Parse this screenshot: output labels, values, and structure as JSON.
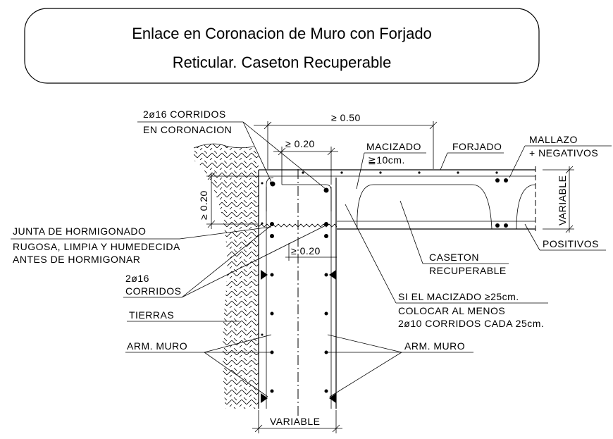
{
  "title": {
    "line1": "Enlace en Coronacion de Muro con Forjado",
    "line2": "Reticular. Caseton Recuperable"
  },
  "dimensions": {
    "top_width": "≥ 0.50",
    "top_020": "≥ 0.20",
    "left_020": "≥ 0.20",
    "lower_020": "≥ 0.20",
    "right_variable": "VARIABLE",
    "bottom_variable": "VARIABLE"
  },
  "labels": {
    "corridos_top_1": "2ø16 CORRIDOS",
    "corridos_top_2": "EN CORONACION",
    "macizado_1": "MACIZADO",
    "macizado_2": "≧10cm.",
    "forjado": "FORJADO",
    "mallazo_1": "MALLAZO",
    "mallazo_2": "+ NEGATIVOS",
    "positivos": "POSITIVOS",
    "junta_1": "JUNTA DE HORMIGONADO",
    "junta_2": "RUGOSA, LIMPIA Y HUMEDECIDA",
    "junta_3": "ANTES DE HORMIGONAR",
    "corridos_2_1": "2ø16",
    "corridos_2_2": "CORRIDOS",
    "caseton_1": "CASETON",
    "caseton_2": "RECUPERABLE",
    "si_1": "SI EL MACIZADO ≥25cm.",
    "si_2": "COLOCAR AL MENOS",
    "si_3": "2ø10 CORRIDOS CADA 25cm.",
    "tierras": "TIERRAS",
    "arm_muro_left": "ARM. MURO",
    "arm_muro_right": "ARM. MURO"
  }
}
